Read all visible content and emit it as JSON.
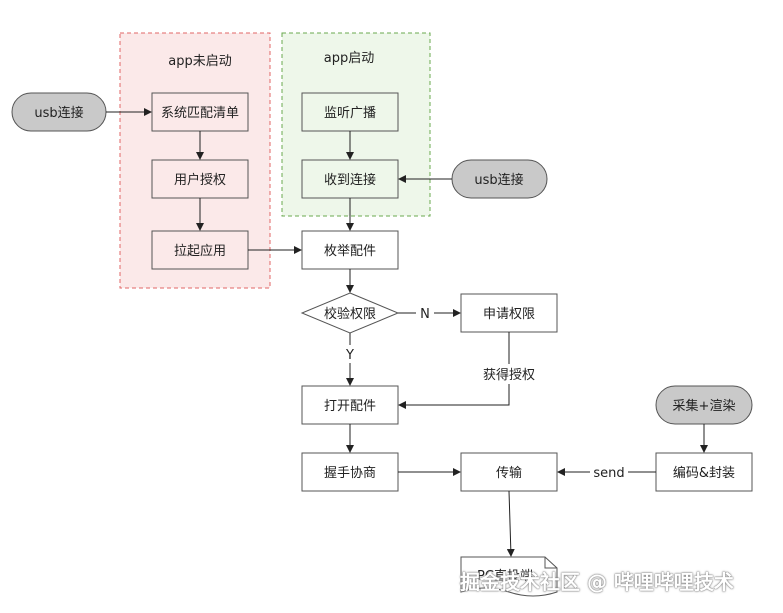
{
  "groups": {
    "not_started": "app未启动",
    "started": "app启动"
  },
  "nodes": {
    "usb_connect_left": "usb连接",
    "system_match_list": "系统匹配清单",
    "user_authorize": "用户授权",
    "launch_app": "拉起应用",
    "listen_broadcast": "监听广播",
    "receive_connect": "收到连接",
    "usb_connect_right": "usb连接",
    "enumerate_accessory": "枚举配件",
    "check_permission": "校验权限",
    "request_permission": "申请权限",
    "open_accessory": "打开配件",
    "handshake": "握手协商",
    "transfer": "传输",
    "capture_render": "采集+渲染",
    "encode_pack": "编码&封装",
    "pc_doc": "PC直投端"
  },
  "edge_labels": {
    "no": "N",
    "yes": "Y",
    "granted": "获得授权",
    "send": "send"
  },
  "watermark": "掘金技术社区 @ 哔哩哔哩技术",
  "colors": {
    "not_started_fill": "#fbe9e9",
    "not_started_border": "#e06666",
    "started_fill": "#eef7ea",
    "started_border": "#6aa84f",
    "pill_fill": "#c9c9c9"
  }
}
